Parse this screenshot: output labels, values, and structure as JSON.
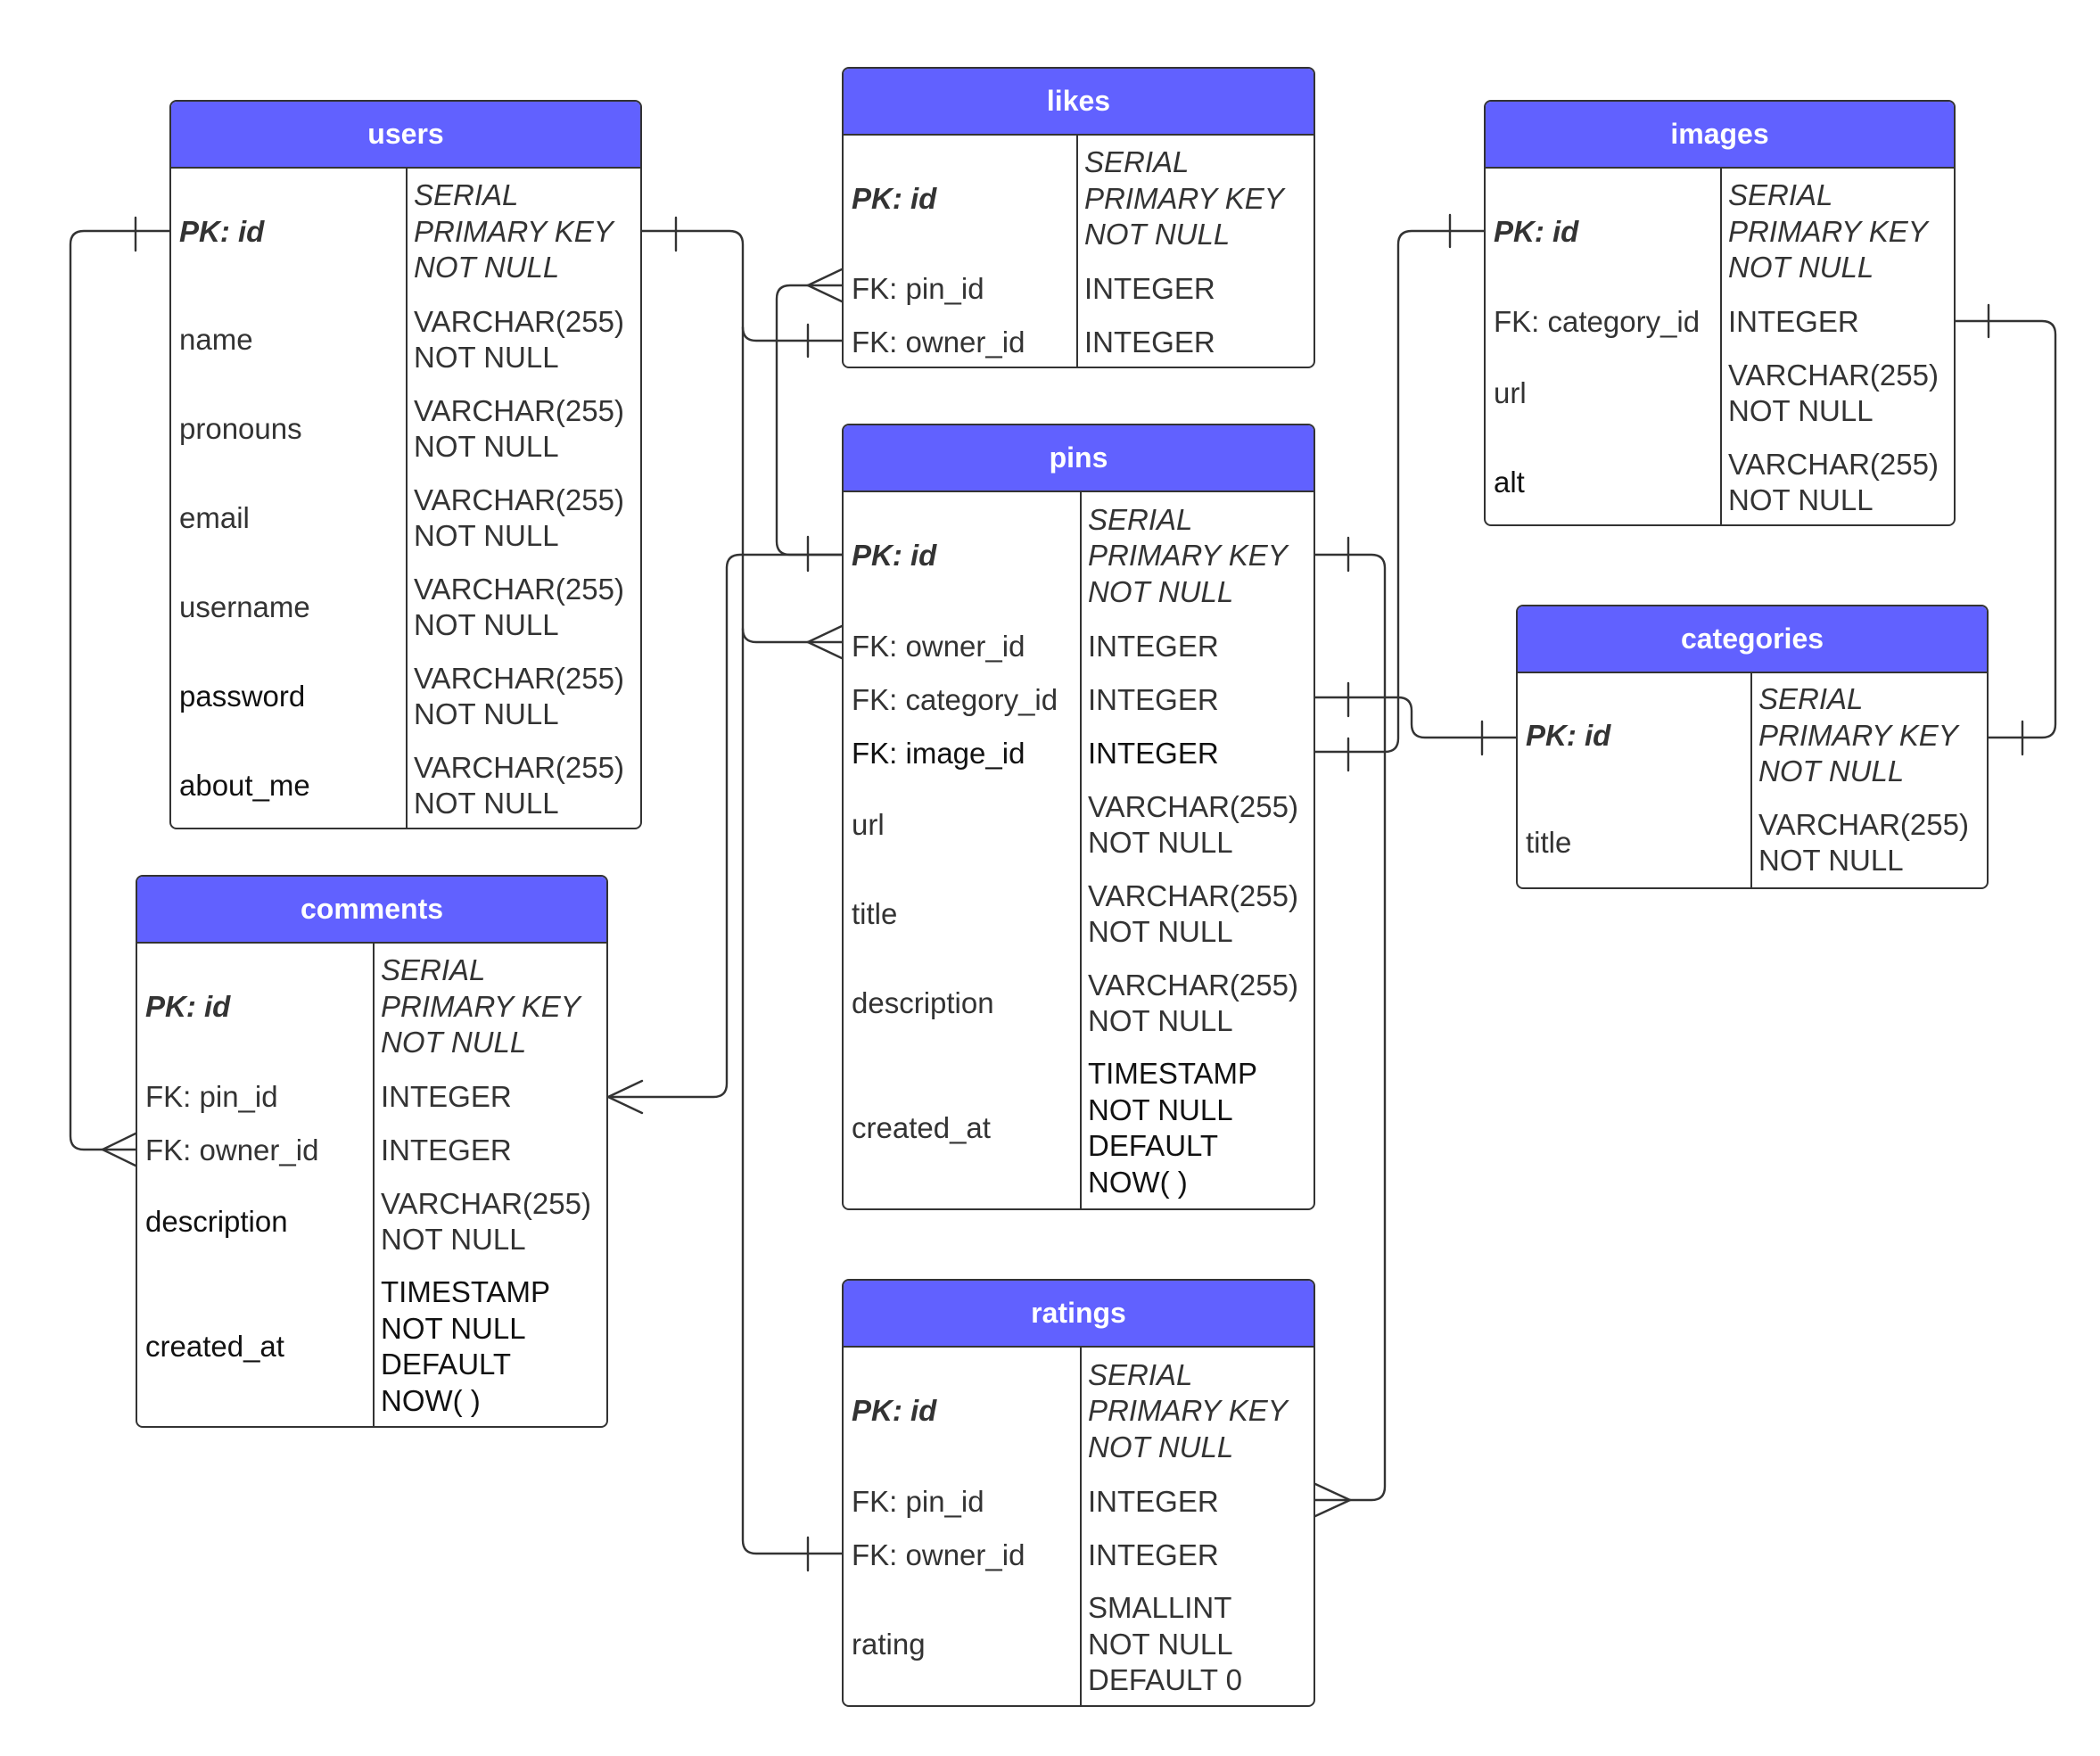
{
  "entities": {
    "users": {
      "title": "users",
      "columns": [
        {
          "name": "PK: id",
          "type": "SERIAL\nPRIMARY KEY\nNOT NULL",
          "pk": true
        },
        {
          "name": "name",
          "type": "VARCHAR(255)\nNOT NULL"
        },
        {
          "name": "pronouns",
          "type": "VARCHAR(255)\nNOT NULL"
        },
        {
          "name": "email",
          "type": "VARCHAR(255)\nNOT NULL"
        },
        {
          "name": "username",
          "type": "VARCHAR(255)\nNOT NULL"
        },
        {
          "name": "password",
          "type": "VARCHAR(255)\nNOT NULL"
        },
        {
          "name": "about_me",
          "type": "VARCHAR(255)\nNOT NULL"
        }
      ]
    },
    "likes": {
      "title": "likes",
      "columns": [
        {
          "name": "PK: id",
          "type": "SERIAL\nPRIMARY KEY\nNOT NULL",
          "pk": true
        },
        {
          "name": "FK: pin_id",
          "type": "INTEGER"
        },
        {
          "name": "FK: owner_id",
          "type": "INTEGER"
        }
      ]
    },
    "images": {
      "title": "images",
      "columns": [
        {
          "name": "PK: id",
          "type": "SERIAL\nPRIMARY KEY\nNOT NULL",
          "pk": true
        },
        {
          "name": "FK: category_id",
          "type": "INTEGER"
        },
        {
          "name": "url",
          "type": "VARCHAR(255)\nNOT NULL"
        },
        {
          "name": "alt",
          "type": "VARCHAR(255)\nNOT NULL"
        }
      ]
    },
    "pins": {
      "title": "pins",
      "columns": [
        {
          "name": "PK: id",
          "type": "SERIAL\nPRIMARY KEY\nNOT NULL",
          "pk": true
        },
        {
          "name": "FK: owner_id",
          "type": "INTEGER"
        },
        {
          "name": "FK: category_id",
          "type": "INTEGER"
        },
        {
          "name": "FK: image_id",
          "type": "INTEGER"
        },
        {
          "name": "url",
          "type": "VARCHAR(255)\nNOT NULL"
        },
        {
          "name": "title",
          "type": "VARCHAR(255)\nNOT NULL"
        },
        {
          "name": "description",
          "type": "VARCHAR(255)\nNOT NULL"
        },
        {
          "name": "created_at",
          "type": "TIMESTAMP\nNOT NULL\nDEFAULT\nNOW( )"
        }
      ]
    },
    "categories": {
      "title": "categories",
      "columns": [
        {
          "name": "PK: id",
          "type": "SERIAL\nPRIMARY KEY\nNOT NULL",
          "pk": true
        },
        {
          "name": "title",
          "type": "VARCHAR(255)\nNOT NULL"
        }
      ]
    },
    "comments": {
      "title": "comments",
      "columns": [
        {
          "name": "PK: id",
          "type": "SERIAL\nPRIMARY KEY\nNOT NULL",
          "pk": true
        },
        {
          "name": "FK: pin_id",
          "type": "INTEGER"
        },
        {
          "name": "FK: owner_id",
          "type": "INTEGER"
        },
        {
          "name": "description",
          "type": "VARCHAR(255)\nNOT NULL"
        },
        {
          "name": "created_at",
          "type": "TIMESTAMP\nNOT NULL\nDEFAULT\nNOW( )"
        }
      ]
    },
    "ratings": {
      "title": "ratings",
      "columns": [
        {
          "name": "PK: id",
          "type": "SERIAL\nPRIMARY KEY\nNOT NULL",
          "pk": true
        },
        {
          "name": "FK: pin_id",
          "type": "INTEGER"
        },
        {
          "name": "FK: owner_id",
          "type": "INTEGER"
        },
        {
          "name": "rating",
          "type": "SMALLINT\nNOT NULL\nDEFAULT 0"
        }
      ]
    }
  },
  "relationships": [
    {
      "from": "users.id",
      "to": "likes.owner_id",
      "cardinality": "one-to-one"
    },
    {
      "from": "users.id",
      "to": "pins.owner_id",
      "cardinality": "one-to-many"
    },
    {
      "from": "users.id",
      "to": "ratings.owner_id",
      "cardinality": "one-to-one"
    },
    {
      "from": "users.id",
      "to": "comments.owner_id",
      "cardinality": "one-to-many"
    },
    {
      "from": "pins.id",
      "to": "likes.pin_id",
      "cardinality": "one-to-many"
    },
    {
      "from": "pins.id",
      "to": "comments.pin_id",
      "cardinality": "one-to-many"
    },
    {
      "from": "pins.id",
      "to": "ratings.pin_id",
      "cardinality": "one-to-many"
    },
    {
      "from": "categories.id",
      "to": "pins.category_id",
      "cardinality": "one-to-one"
    },
    {
      "from": "categories.id",
      "to": "images.category_id",
      "cardinality": "one-to-one"
    },
    {
      "from": "images.id",
      "to": "pins.image_id",
      "cardinality": "one-to-one"
    }
  ]
}
